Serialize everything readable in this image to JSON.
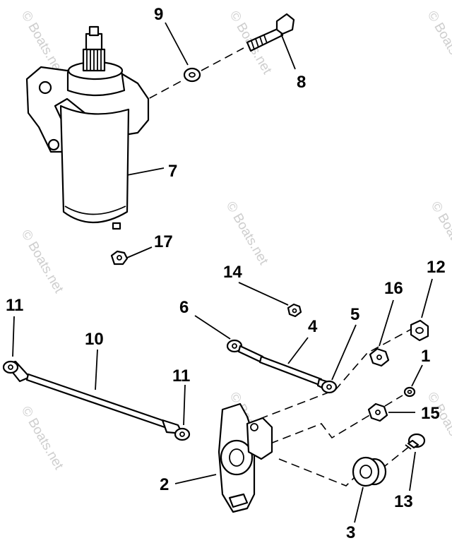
{
  "callouts": {
    "c1": "1",
    "c2": "2",
    "c3": "3",
    "c4": "4",
    "c5": "5",
    "c6": "6",
    "c7": "7",
    "c8": "8",
    "c9": "9",
    "c10": "10",
    "c11a": "11",
    "c11b": "11",
    "c12": "12",
    "c13": "13",
    "c14": "14",
    "c15": "15",
    "c16": "16",
    "c17": "17"
  },
  "watermark": "© Boats.net"
}
